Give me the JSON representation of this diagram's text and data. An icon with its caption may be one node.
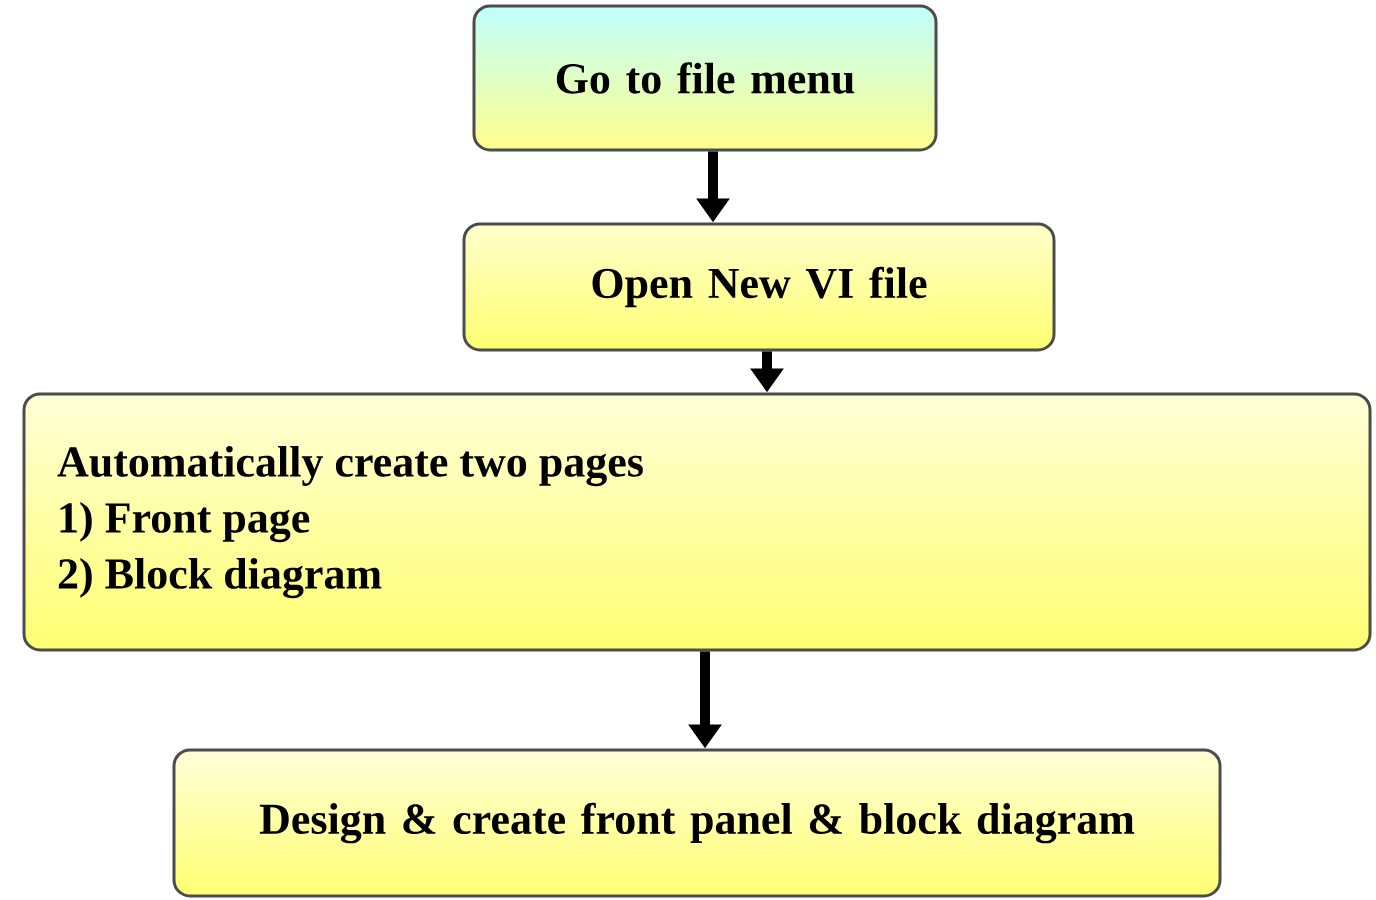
{
  "diagram": {
    "nodes": [
      {
        "text": [
          "Go to file menu"
        ]
      },
      {
        "text": [
          "Open New VI file"
        ]
      },
      {
        "text": [
          "Automatically create two pages",
          "1) Front page",
          "2) Block diagram"
        ]
      },
      {
        "text": [
          "Design & create front panel & block diagram"
        ]
      }
    ],
    "edges": [
      {
        "from": 0,
        "to": 1,
        "arrow": "to"
      },
      {
        "from": 1,
        "to": 2,
        "arrow": "to"
      },
      {
        "from": 2,
        "to": 3,
        "arrow": "to"
      }
    ]
  }
}
